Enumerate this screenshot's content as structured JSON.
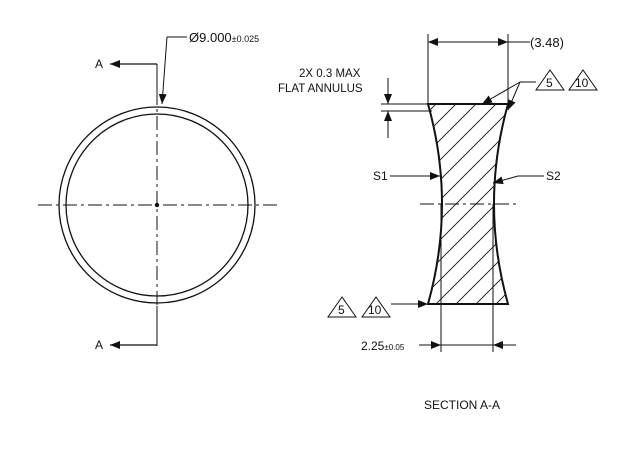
{
  "front_view": {
    "diameter_symbol": "Ø",
    "diameter_value": "9.000",
    "diameter_tol": "±0.025",
    "section_label_top": "A",
    "section_label_bottom": "A"
  },
  "section_view": {
    "thickness_ref": "(3.48)",
    "flat_note_line1": "2X 0.3 MAX",
    "flat_note_line2": "FLAT ANNULUS",
    "surface_left": "S1",
    "surface_right": "S2",
    "bottom_dim_value": "2.25",
    "bottom_dim_tol": "±0.05",
    "callouts_top": [
      "5",
      "10"
    ],
    "callouts_bottom": [
      "5",
      "10"
    ],
    "caption": "SECTION A-A"
  }
}
